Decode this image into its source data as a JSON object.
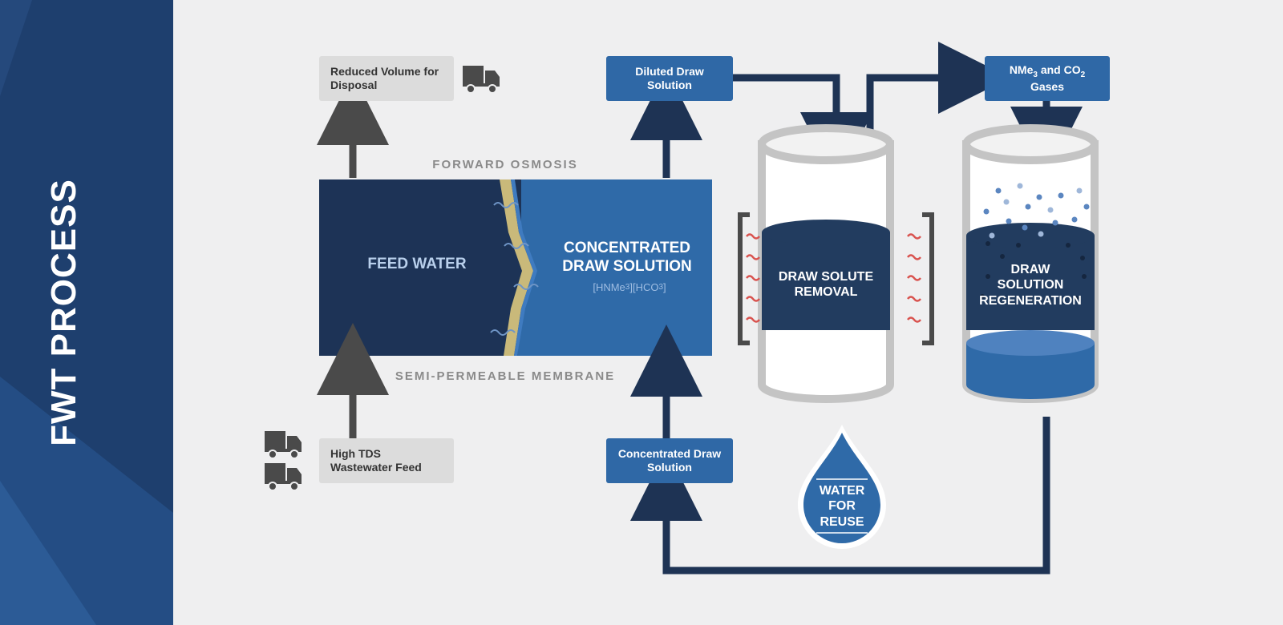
{
  "title": "FWT PROCESS",
  "labels": {
    "reduced_volume": "Reduced Volume for Disposal",
    "diluted_draw": "Diluted Draw Solution",
    "gases_prefix": "NMe",
    "gases_sub1": "3",
    "gases_mid": " and CO",
    "gases_sub2": "2",
    "gases_suffix": "Gases",
    "forward_osmosis": "FORWARD OSMOSIS",
    "feed_water": "FEED WATER",
    "concentrated_draw_title": "CONCENTRATED DRAW SOLUTION",
    "formula_a": "[HNMe",
    "formula_a_sub": "3",
    "formula_b": "][HCO",
    "formula_b_sub": "3",
    "formula_c": "]",
    "semi_permeable": "SEMI-PERMEABLE MEMBRANE",
    "high_tds": "High TDS Wastewater Feed",
    "concentrated_draw_box": "Concentrated Draw Solution",
    "draw_solute_removal": "DRAW SOLUTE REMOVAL",
    "draw_solution_regeneration": "DRAW SOLUTION REGENERATION",
    "water_for_reuse": "WATER FOR REUSE"
  },
  "colors": {
    "sidebar": "#1e3f6e",
    "navy": "#1e3354",
    "blue": "#2f68a6",
    "grey_box": "#dcdcdc",
    "membrane": "#c9b97a",
    "heat": "#d9534f"
  }
}
